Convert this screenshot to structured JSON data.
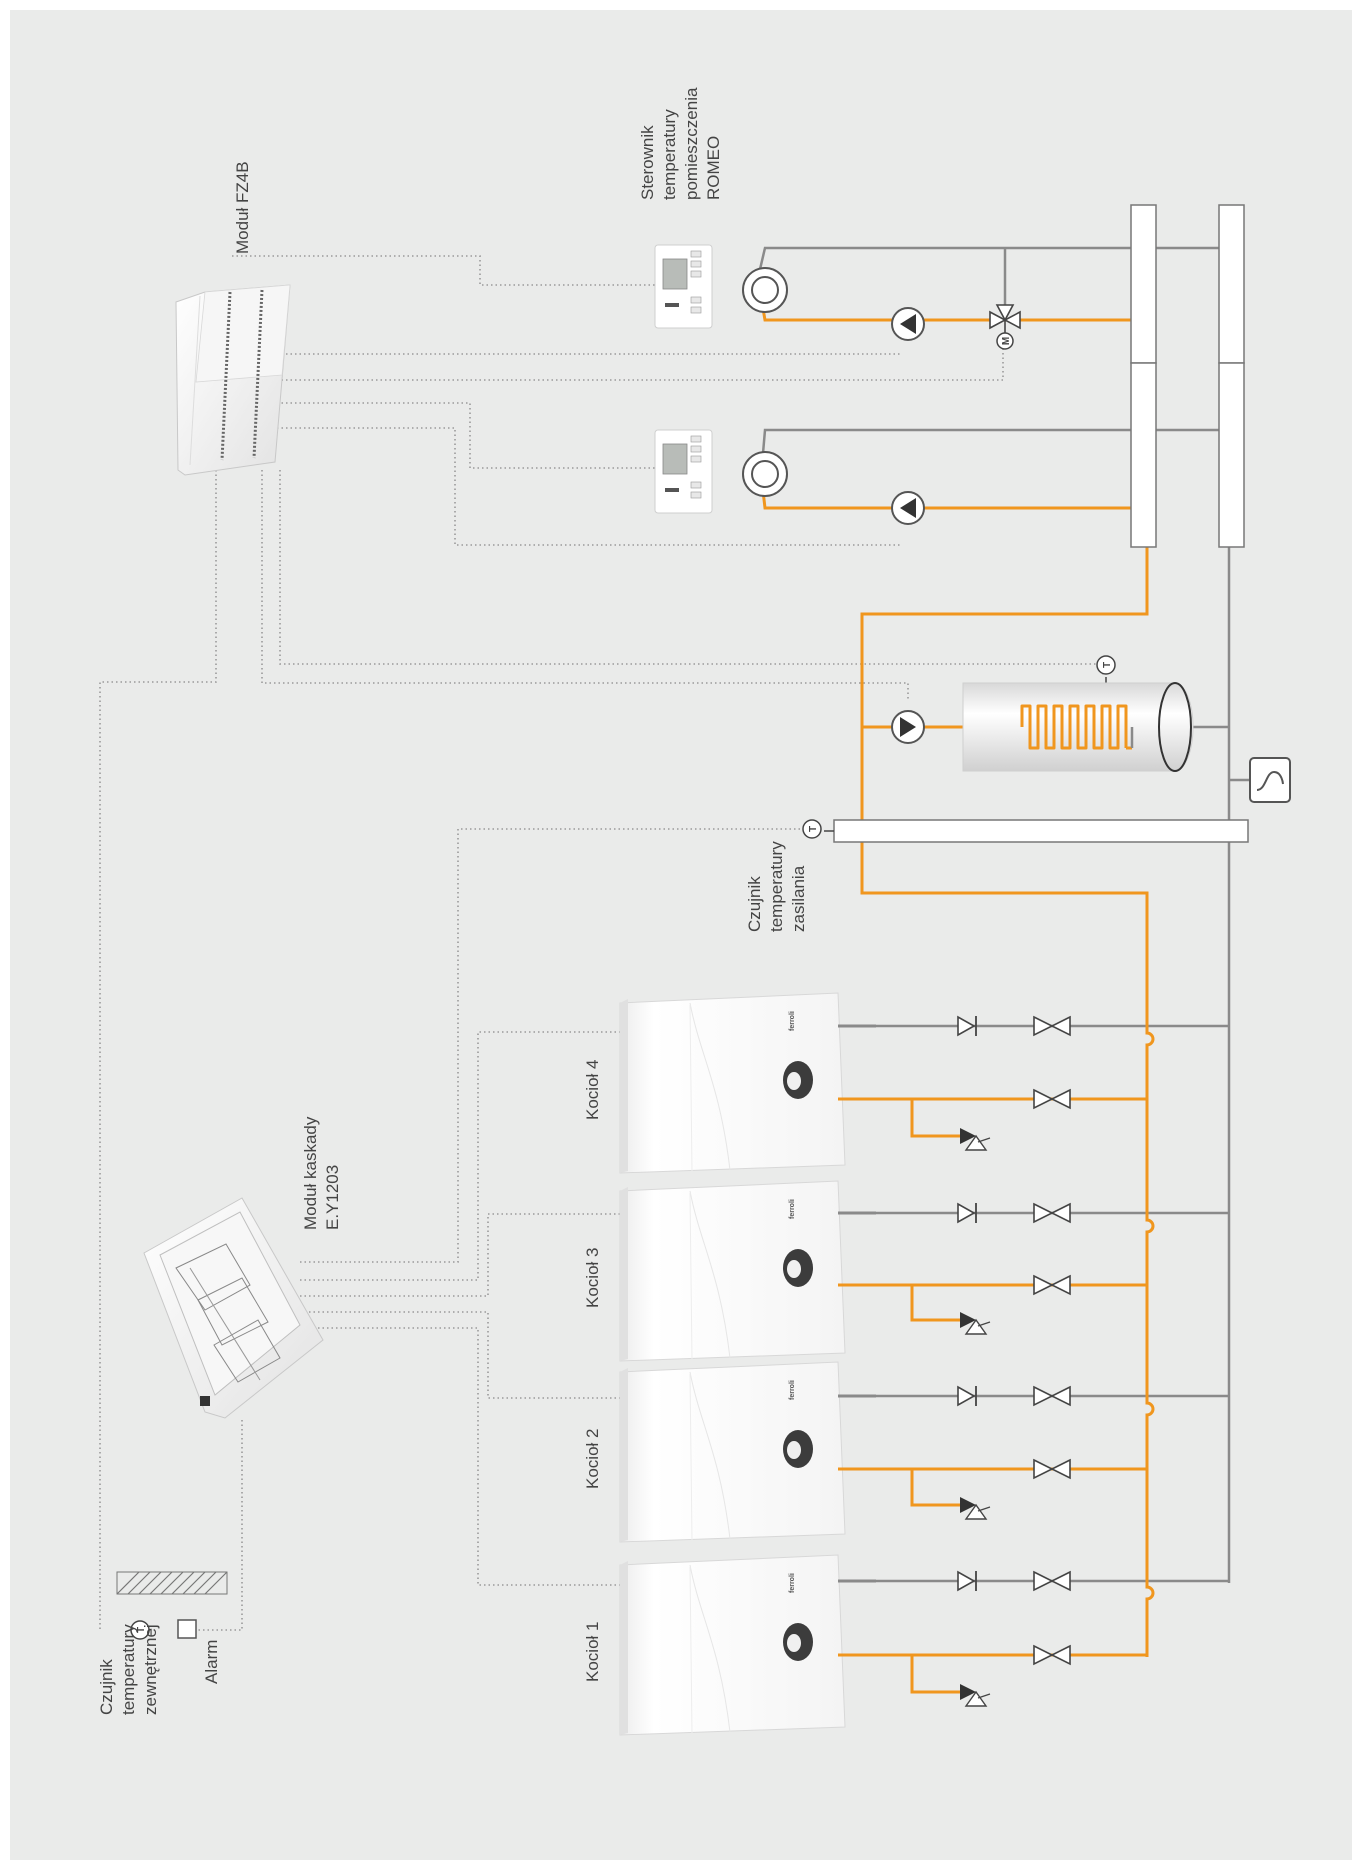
{
  "labels": {
    "fz4b": "Moduł FZ4B",
    "romeo_1": "Sterownik",
    "romeo_2": "temperatury",
    "romeo_3": "pomieszczenia",
    "romeo_4": "ROMEO",
    "cascade_1": "Moduł kaskady",
    "cascade_2": "E.Y1203",
    "supply_sensor_1": "Czujnik",
    "supply_sensor_2": "temperatury",
    "supply_sensor_3": "zasilania",
    "outdoor_sensor_1": "Czujnik",
    "outdoor_sensor_2": "temperatury",
    "outdoor_sensor_3": "zewnętrznej",
    "alarm": "Alarm"
  },
  "boilers": [
    "Kocioł 1",
    "Kocioł 2",
    "Kocioł 3",
    "Kocioł 4"
  ],
  "symbols": {
    "temperature": "T",
    "motor": "M"
  },
  "brand": "ferroli",
  "colors": {
    "background": "#eaebea",
    "page": "#ffffff",
    "pipe_grey": "#8a8a8a",
    "pipe_orange": "#f0961e",
    "signal_dotted": "#9a9a9a",
    "text": "#444444"
  }
}
